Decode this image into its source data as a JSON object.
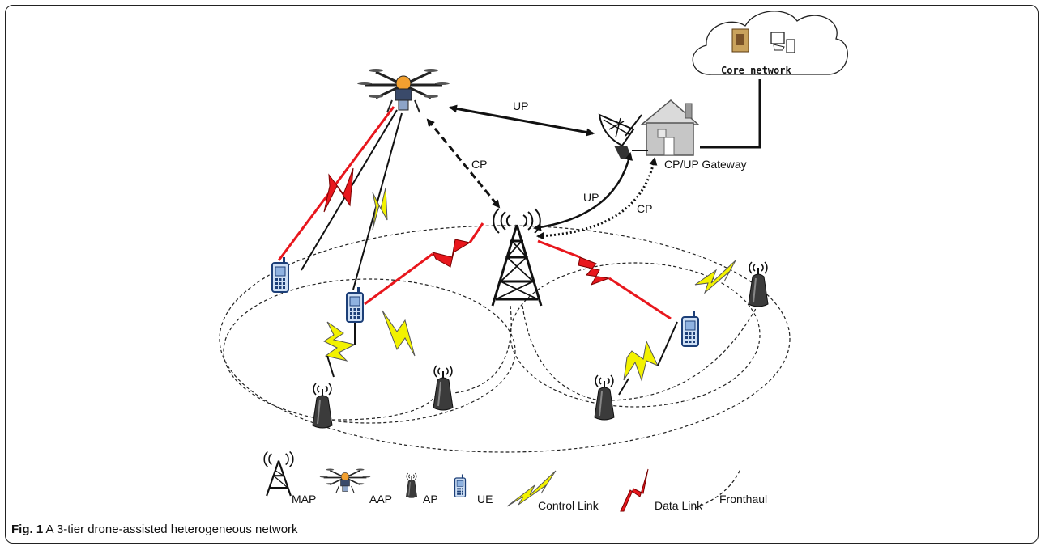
{
  "diagram": {
    "core_network_label": "Core network",
    "gateway_label": "CP/UP Gateway",
    "up_top_label": "UP",
    "cp_drone_label": "CP",
    "up_mid_label": "UP",
    "cp_mid_label": "CP"
  },
  "legend": {
    "map_label": "MAP",
    "aap_label": "AAP",
    "ap_label": "AP",
    "ue_label": "UE",
    "control_link_label": "Control Link",
    "data_link_label": "Data Link",
    "fronthaul_label": "Fronthaul"
  },
  "caption": {
    "figure_number": "Fig. 1",
    "text": "A 3-tier drone-assisted heterogeneous network"
  },
  "colors": {
    "data_link": "#e8171d",
    "control_link": "#f2f200",
    "outline": "#111111"
  }
}
